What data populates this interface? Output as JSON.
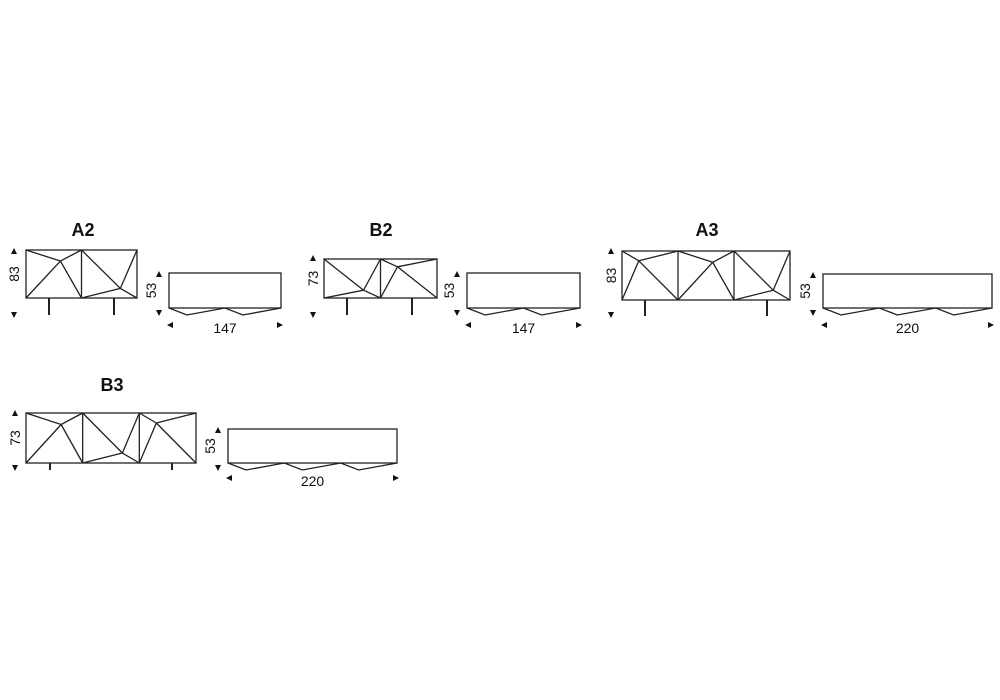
{
  "models": [
    {
      "label": "A2",
      "height": "83",
      "depth": "53",
      "width": "147",
      "doors": 2
    },
    {
      "label": "B2",
      "height": "73",
      "depth": "53",
      "width": "147",
      "doors": 2
    },
    {
      "label": "A3",
      "height": "83",
      "depth": "53",
      "width": "220",
      "doors": 3
    },
    {
      "label": "B3",
      "height": "73",
      "depth": "53",
      "width": "220",
      "doors": 3
    }
  ]
}
